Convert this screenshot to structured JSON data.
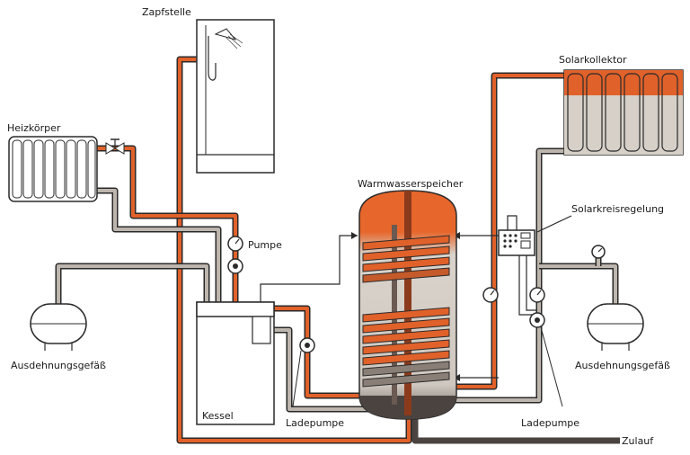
{
  "labels": {
    "tap": "Zapfstelle",
    "radiator": "Heizkörper",
    "pump": "Pumpe",
    "expansion_left": "Ausdehnungsgefäß",
    "boiler": "Kessel",
    "charge_pump_left": "Ladepumpe",
    "storage": "Warmwasserspeicher",
    "collector": "Solarkollektor",
    "controller": "Solarkreisregelung",
    "expansion_right": "Ausdehnungsgefäß",
    "charge_pump_right": "Ladepumpe",
    "inlet": "Zulauf"
  },
  "colors": {
    "hot": "#e0612a",
    "cold": "#bdb6ae",
    "dark": "#4a4340",
    "outline": "#2a2a2a"
  }
}
